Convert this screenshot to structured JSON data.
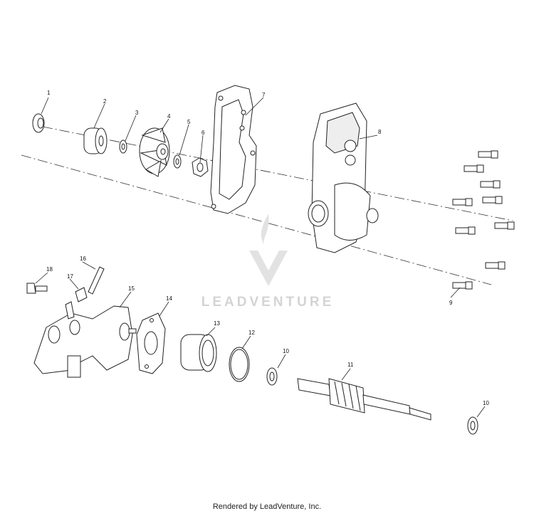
{
  "watermark": {
    "brand": "LEADVENTURE"
  },
  "footer": {
    "text": "Rendered by LeadVenture, Inc."
  },
  "callouts": [
    {
      "label": "1"
    },
    {
      "label": "2"
    },
    {
      "label": "3"
    },
    {
      "label": "4"
    },
    {
      "label": "5"
    },
    {
      "label": "6"
    },
    {
      "label": "7"
    },
    {
      "label": "8"
    },
    {
      "label": "9"
    },
    {
      "label": "10"
    },
    {
      "label": "10"
    },
    {
      "label": "11"
    },
    {
      "label": "12"
    },
    {
      "label": "13"
    },
    {
      "label": "14"
    },
    {
      "label": "15"
    },
    {
      "label": "16"
    },
    {
      "label": "17"
    },
    {
      "label": "18"
    }
  ]
}
